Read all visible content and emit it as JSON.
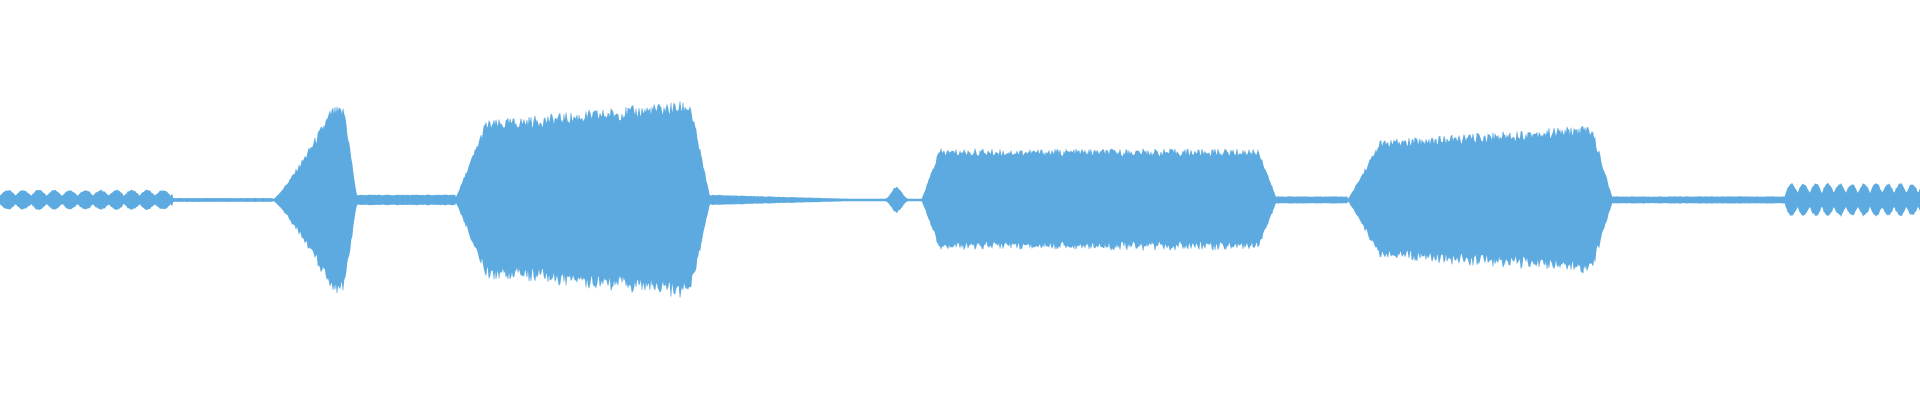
{
  "colors": {
    "background": "#ffffff",
    "waveform": "#5caae0"
  },
  "waveform": {
    "segments": [
      {
        "start": 0.0,
        "end": 0.09,
        "amp": 0.06,
        "shape": "noise"
      },
      {
        "start": 0.09,
        "end": 0.142,
        "amp": 0.01,
        "shape": "flat"
      },
      {
        "start": 0.142,
        "end": 0.186,
        "amp": 0.55,
        "shape": "swell"
      },
      {
        "start": 0.186,
        "end": 0.237,
        "amp": 0.03,
        "shape": "flat"
      },
      {
        "start": 0.237,
        "end": 0.37,
        "amp": 0.6,
        "shape": "plateau-rise"
      },
      {
        "start": 0.37,
        "end": 0.46,
        "amp": 0.03,
        "shape": "taper"
      },
      {
        "start": 0.46,
        "end": 0.48,
        "amp": 0.08,
        "shape": "blip"
      },
      {
        "start": 0.48,
        "end": 0.665,
        "amp": 0.3,
        "shape": "plateau"
      },
      {
        "start": 0.665,
        "end": 0.702,
        "amp": 0.02,
        "shape": "flat"
      },
      {
        "start": 0.702,
        "end": 0.84,
        "amp": 0.45,
        "shape": "plateau-rise"
      },
      {
        "start": 0.84,
        "end": 0.93,
        "amp": 0.02,
        "shape": "flat"
      },
      {
        "start": 0.93,
        "end": 1.0,
        "amp": 0.1,
        "shape": "noise"
      }
    ]
  }
}
